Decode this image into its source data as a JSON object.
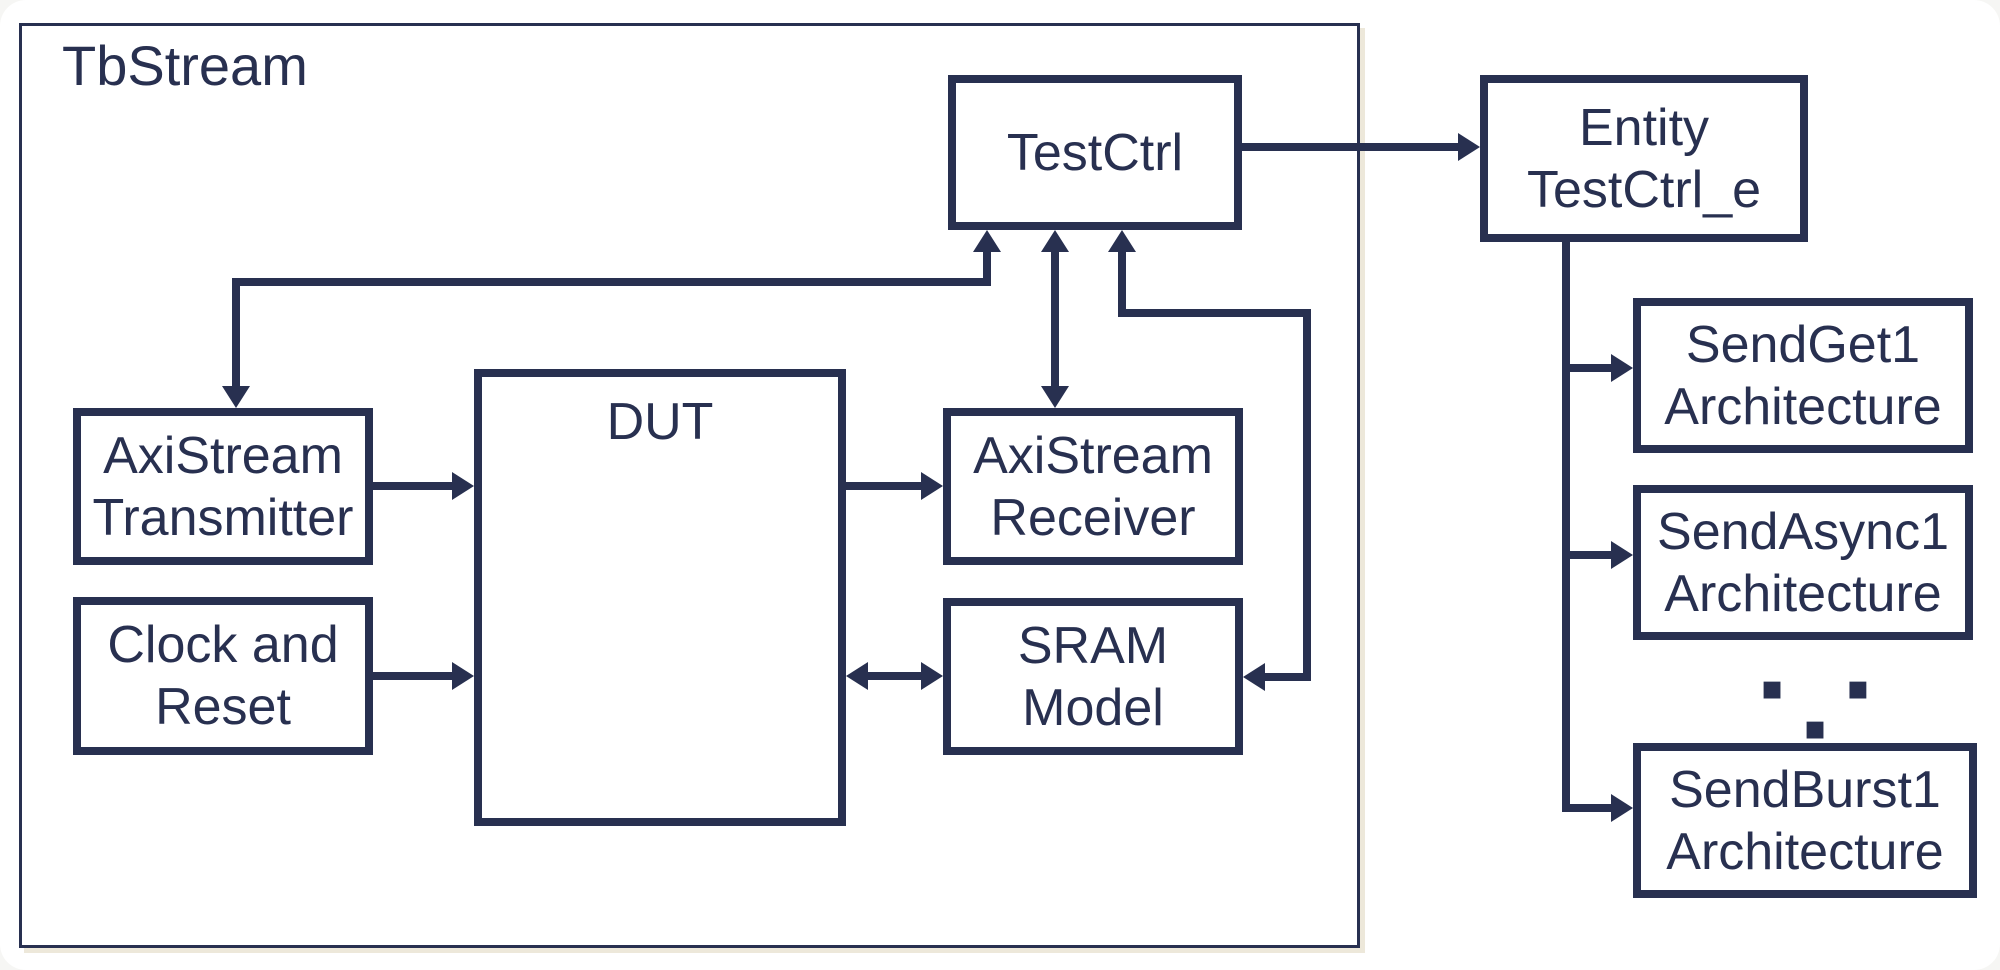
{
  "colors": {
    "ink": "#283050",
    "shadow": "#EDE8DA",
    "background": "#FFFFFF"
  },
  "diagram": {
    "container_label": "TbStream",
    "nodes": {
      "test_ctrl": {
        "label": "TestCtrl"
      },
      "entity_testctrl": {
        "lines": [
          "Entity",
          "TestCtrl_e"
        ]
      },
      "axistream_transmitter": {
        "lines": [
          "AxiStream",
          "Transmitter"
        ]
      },
      "clock_and_reset": {
        "lines": [
          "Clock and",
          "Reset"
        ]
      },
      "dut": {
        "label": "DUT"
      },
      "axistream_receiver": {
        "lines": [
          "AxiStream",
          "Receiver"
        ]
      },
      "sram_model": {
        "lines": [
          "SRAM",
          "Model"
        ]
      },
      "sendget1": {
        "lines": [
          "SendGet1",
          "Architecture"
        ]
      },
      "sendasync1": {
        "lines": [
          "SendAsync1",
          "Architecture"
        ]
      },
      "sendburst1": {
        "lines": [
          "SendBurst1",
          "Architecture"
        ]
      },
      "ellipsis": {
        "label": "▪ ▪ ▪"
      }
    }
  }
}
